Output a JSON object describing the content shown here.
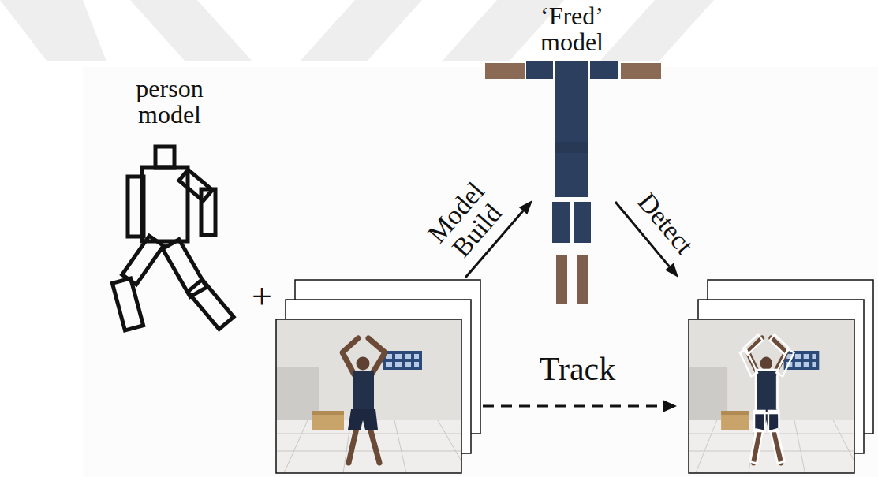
{
  "diagram": {
    "nodes": [
      {
        "text": [
          "person model"
        ]
      },
      {
        "text": [
          "‘Fred’ model"
        ]
      }
    ],
    "labels": [
      "+",
      "Model Build",
      "Detect",
      "Track"
    ]
  }
}
